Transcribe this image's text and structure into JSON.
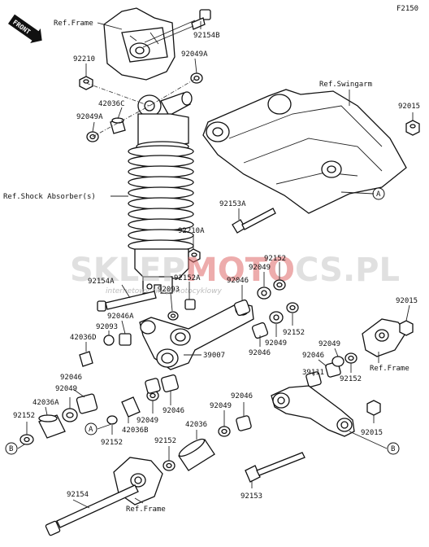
{
  "figure_code": "F2150",
  "front_label": "FRONT",
  "watermark": {
    "brand_gray_1": "SKLEP",
    "brand_red_1": "MOTO",
    "brand_gray_2": "",
    "brand_red_2": "",
    "brand_suffix": "CS.PL",
    "tagline": "internetowy sklep motocyklowy",
    "color_gray": "#c8c8c8",
    "color_red": "#e06a6a"
  },
  "labels": [
    {
      "id": "ref-frame-top",
      "text": "Ref.Frame"
    },
    {
      "id": "p92154b",
      "text": "92154B"
    },
    {
      "id": "p92210-top",
      "text": "92210"
    },
    {
      "id": "p92049a-top",
      "text": "92049A"
    },
    {
      "id": "p42036c",
      "text": "42036C"
    },
    {
      "id": "p92049a-left",
      "text": "92049A"
    },
    {
      "id": "ref-swingarm",
      "text": "Ref.Swingarm"
    },
    {
      "id": "p92015-top",
      "text": "92015"
    },
    {
      "id": "ref-shock",
      "text": "Ref.Shock Absorber(s)"
    },
    {
      "id": "p92153a",
      "text": "92153A"
    },
    {
      "id": "p92210a",
      "text": "92210A"
    },
    {
      "id": "p92154a",
      "text": "92154A"
    },
    {
      "id": "p92093-a",
      "text": "92093"
    },
    {
      "id": "p92152a",
      "text": "92152A"
    },
    {
      "id": "p92046-a",
      "text": "92046"
    },
    {
      "id": "p92049-a",
      "text": "92049"
    },
    {
      "id": "p92152-a",
      "text": "92152"
    },
    {
      "id": "p92015-mid",
      "text": "92015"
    },
    {
      "id": "p92046a",
      "text": "92046A"
    },
    {
      "id": "p92093-b",
      "text": "92093"
    },
    {
      "id": "p42036d",
      "text": "42036D"
    },
    {
      "id": "p39007",
      "text": "39007"
    },
    {
      "id": "p92046-b",
      "text": "92046"
    },
    {
      "id": "p92049-b",
      "text": "92049"
    },
    {
      "id": "p92152-b",
      "text": "92152"
    },
    {
      "id": "p92049-c",
      "text": "92049"
    },
    {
      "id": "p92046-c",
      "text": "92046"
    },
    {
      "id": "ref-frame-right",
      "text": "Ref.Frame"
    },
    {
      "id": "p92152-c",
      "text": "92152"
    },
    {
      "id": "p39111",
      "text": "39111"
    },
    {
      "id": "p92046-d",
      "text": "92046"
    },
    {
      "id": "p92049-d",
      "text": "92049"
    },
    {
      "id": "p42036a",
      "text": "42036A"
    },
    {
      "id": "p92152-d",
      "text": "92152"
    },
    {
      "id": "p42036b",
      "text": "42036B"
    },
    {
      "id": "p92049-e",
      "text": "92049"
    },
    {
      "id": "p92046-e",
      "text": "92046"
    },
    {
      "id": "p92049-f",
      "text": "92049"
    },
    {
      "id": "p92046-f",
      "text": "92046"
    },
    {
      "id": "p92015-bot",
      "text": "92015"
    },
    {
      "id": "p92152-e",
      "text": "92152"
    },
    {
      "id": "p42036",
      "text": "42036"
    },
    {
      "id": "p92152-f",
      "text": "92152"
    },
    {
      "id": "p92153",
      "text": "92153"
    },
    {
      "id": "p92154",
      "text": "92154"
    },
    {
      "id": "ref-frame-bot",
      "text": "Ref.Frame"
    }
  ],
  "callouts": {
    "a": "A",
    "b": "B"
  }
}
